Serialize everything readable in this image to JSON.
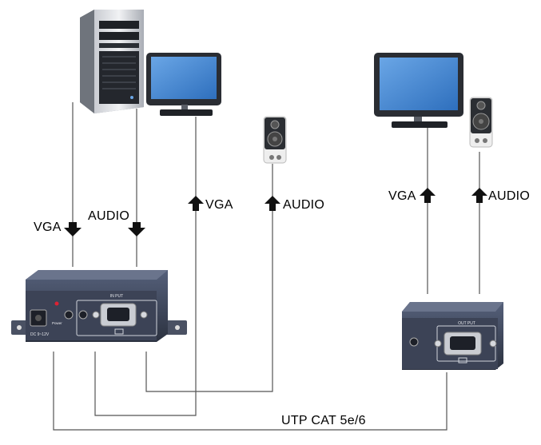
{
  "labels": {
    "vga_pc": "VGA",
    "audio_pc": "AUDIO",
    "vga_local_monitor": "VGA",
    "audio_local_speaker": "AUDIO",
    "vga_remote_monitor": "VGA",
    "audio_remote_speaker": "AUDIO",
    "cable": "UTP CAT 5e/6"
  },
  "transmitter": {
    "input_label": "IN PUT",
    "dc_label": "DC 9~12V",
    "power_label": "Power"
  },
  "receiver": {
    "output_label": "OUT PUT"
  },
  "colors": {
    "device_body": "#3a4150",
    "device_dark": "#23272f",
    "monitor_screen": "#3f7fc9",
    "line": "#555555",
    "arrow": "#111111"
  }
}
